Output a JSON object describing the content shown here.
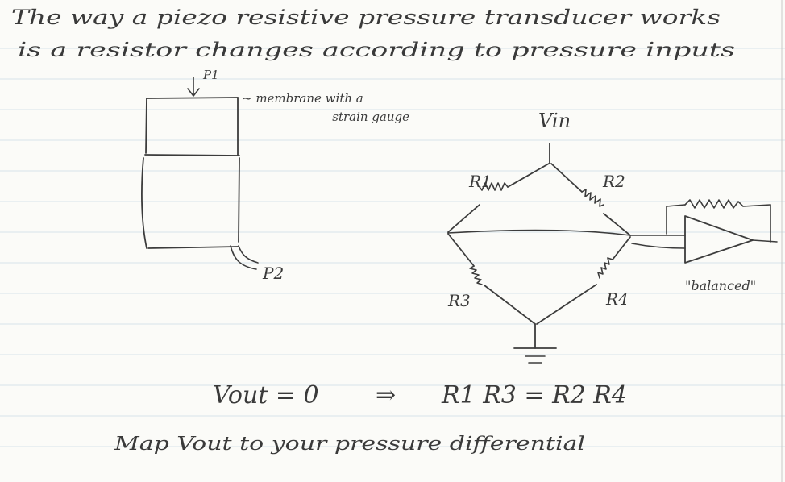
{
  "notes": {
    "line1": "The way a piezo resistive pressure transducer works",
    "line2": "is a resistor changes according to pressure inputs"
  },
  "membrane_diagram": {
    "p1_label": "P1",
    "membrane_note_line1": "~ membrane with a",
    "membrane_note_line2": "strain gauge",
    "p2_label": "P2"
  },
  "bridge": {
    "vin_label": "Vin",
    "r1_label": "R1",
    "r2_label": "R2",
    "r3_label": "R3",
    "r4_label": "R4",
    "amp_note": "\"balanced\""
  },
  "equation": {
    "lhs": "Vout = 0",
    "arrow": "⇒",
    "rhs": "R1 R3 = R2 R4"
  },
  "footer_note": "Map Vout to your pressure differential",
  "colors": {
    "paper": "#fbfbf8",
    "ink": "#3c3c3c",
    "rule": "#d7e3ea"
  }
}
